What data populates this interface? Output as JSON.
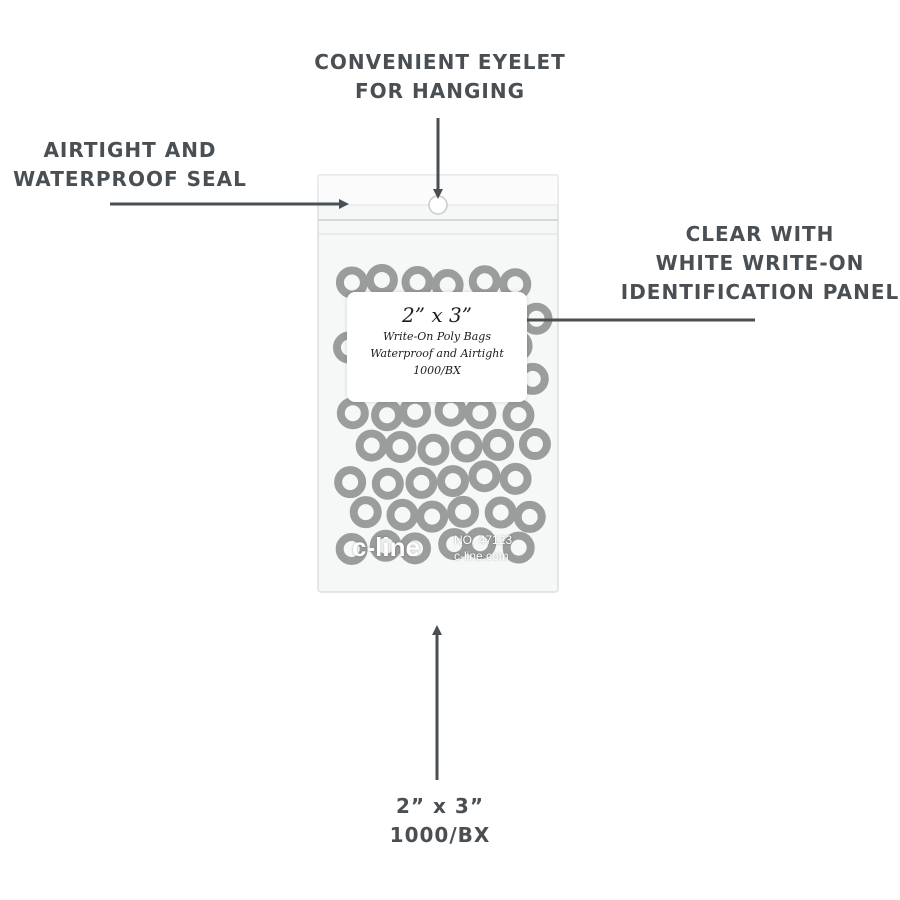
{
  "callouts": {
    "eyelet": [
      "CONVENIENT EYELET",
      "FOR HANGING"
    ],
    "seal": [
      "AIRTIGHT AND",
      "WATERPROOF SEAL"
    ],
    "panel": [
      "CLEAR WITH",
      "WHITE WRITE-ON",
      "IDENTIFICATION PANEL"
    ],
    "size": [
      "2” x 3”",
      "1000/BX"
    ]
  },
  "product": {
    "label_size": "2” x 3”",
    "label_line1": "Write-On Poly Bags",
    "label_line2": "Waterproof and Airtight",
    "label_line3": "1000/BX",
    "brand": "c-line",
    "model_number": "NO. 47123",
    "website": "c-line.com"
  },
  "colors": {
    "text": "#4a4f54",
    "arrow": "#4a4f54",
    "washer": "#9a9d9b"
  }
}
